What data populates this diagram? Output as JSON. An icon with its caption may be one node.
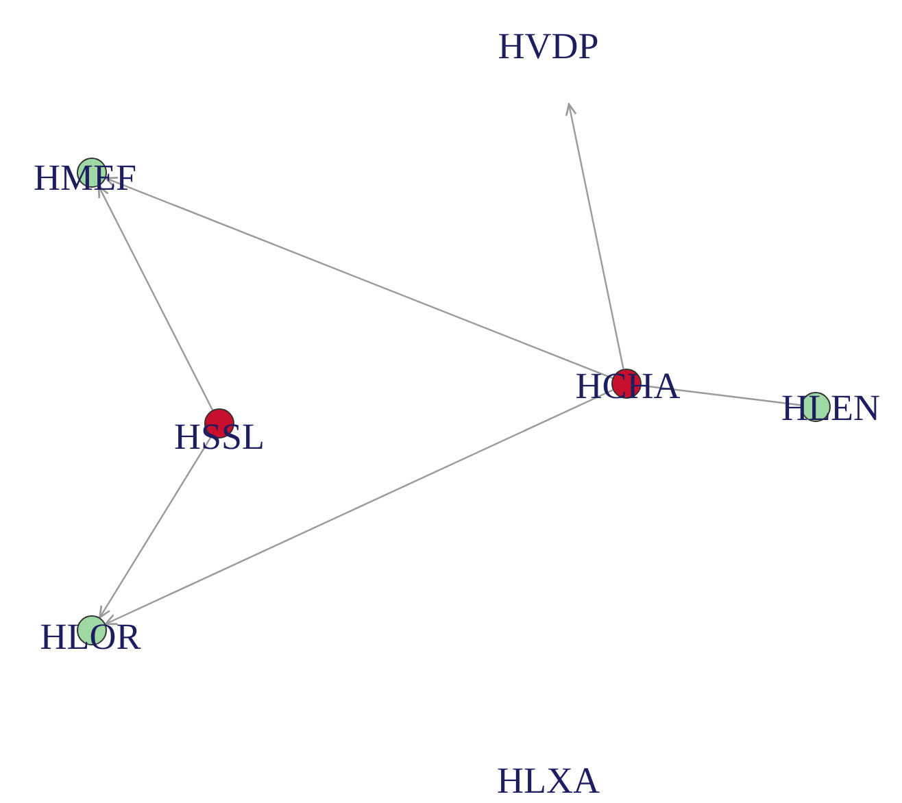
{
  "diagram": {
    "nodes": [
      {
        "text": [
          "HVDP"
        ]
      },
      {
        "text": [
          "HMEF"
        ]
      },
      {
        "text": [
          "HCHA"
        ]
      },
      {
        "text": [
          "HLEN"
        ]
      },
      {
        "text": [
          "HSSL"
        ]
      },
      {
        "text": [
          "HLOR"
        ]
      },
      {
        "text": [
          "HLXA"
        ]
      }
    ],
    "edges": [
      {
        "from": 4,
        "to": 1,
        "arrow": "to"
      },
      {
        "from": 2,
        "to": 1,
        "arrow": "to"
      },
      {
        "from": 2,
        "to": 0,
        "arrow": "to"
      },
      {
        "from": 2,
        "to": 3,
        "arrow": "none"
      },
      {
        "from": 4,
        "to": 5,
        "arrow": "to"
      },
      {
        "from": 2,
        "to": 5,
        "arrow": "to"
      }
    ]
  }
}
